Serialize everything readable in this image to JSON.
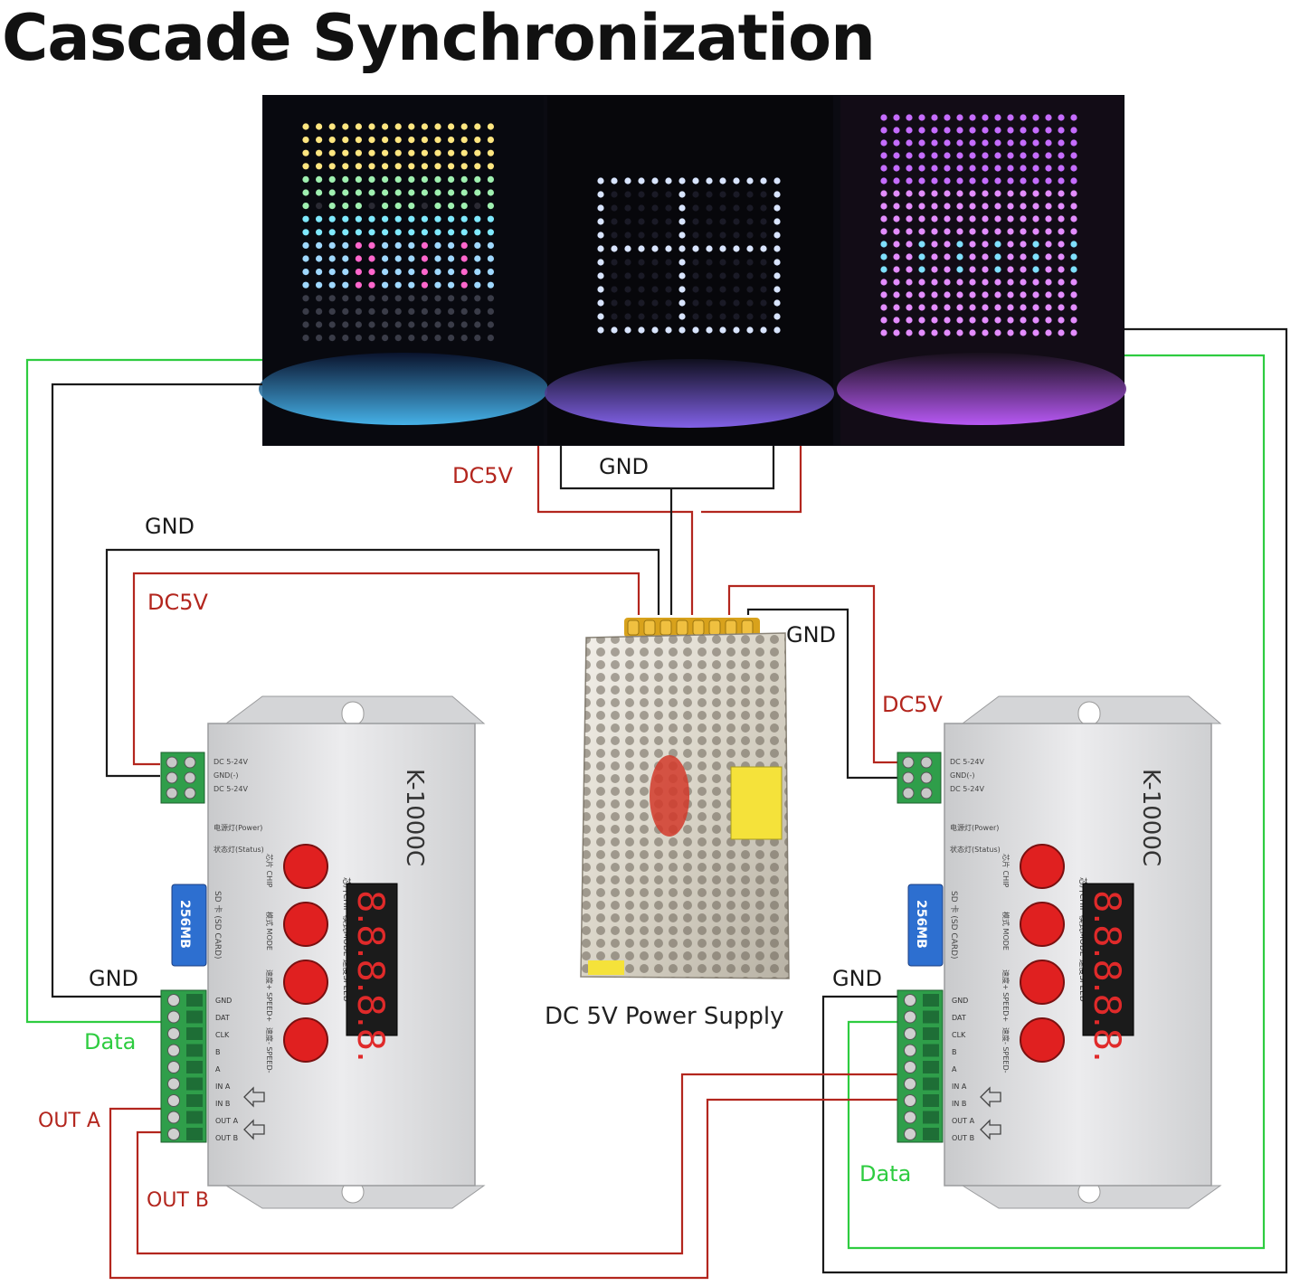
{
  "title": "Cascade Synchronization",
  "psu_label": "DC 5V Power Supply",
  "labels": {
    "top_gnd": "GND",
    "top_dc5v": "DC5V",
    "left_gnd_top": "GND",
    "left_dc5v": "DC5V",
    "right_gnd_top": "GND",
    "right_dc5v": "DC5V",
    "left_gnd_bottom": "GND",
    "left_data": "Data",
    "left_out_a": "OUT A",
    "left_out_b": "OUT B",
    "right_gnd_bottom": "GND",
    "right_data": "Data"
  },
  "controller": {
    "model": "K-1000C",
    "sd_card": "256MB",
    "display": "8.8.8.8.8.",
    "power_terminal_labels": [
      "DC 5-24V",
      "GND(-)",
      "DC 5-24V"
    ],
    "status_labels": [
      "电源灯(Power)",
      "状态灯(Status)"
    ],
    "sd_label": "SD 卡 (SD CARD)",
    "panel_header": "芯片CHIP 模式MODE 速度SPEED",
    "buttons": [
      "芯片 CHIP",
      "模式 MODE",
      "速度+ SPEED+",
      "速度- SPEED-"
    ],
    "terminal_labels": [
      "GND",
      "DAT",
      "CLK",
      "B",
      "A",
      "IN A",
      "IN B",
      "OUT A",
      "OUT B"
    ]
  },
  "colors": {
    "black_wire": "#1a1a1a",
    "red_wire": "#b3261e",
    "green_wire": "#2ecc40",
    "led_yellow": "#ffe680",
    "led_cyan": "#7fe9ff",
    "led_pink": "#ff66cc",
    "led_purple": "#c56cff",
    "button_red": "#e02020",
    "terminal_green": "#2f9e4a",
    "controller_body": "#d9dadc"
  }
}
